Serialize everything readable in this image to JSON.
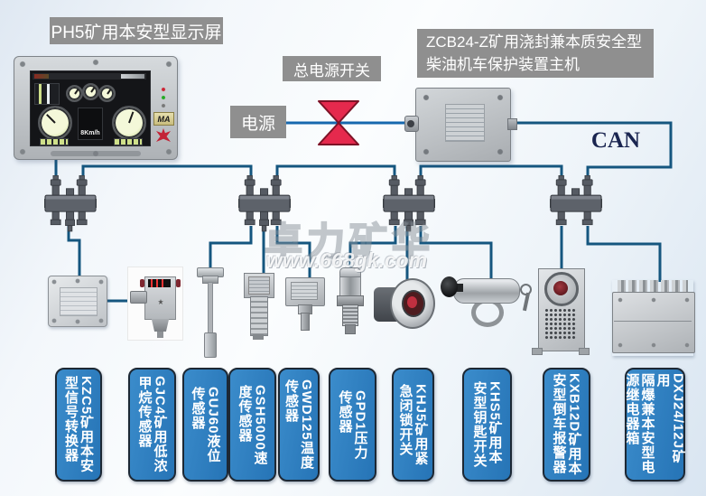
{
  "diagram": {
    "display_label": "PH5矿用本安型显示屏",
    "main_switch_label": "总电源开关",
    "power_label": "电源",
    "host_label_line1": "ZCB24-Z矿用浇封兼本质安全型",
    "host_label_line2": "柴油机车保护装置主机",
    "can_label": "CAN"
  },
  "display_device": {
    "speed_text": "8Km/h",
    "ma_badge": "MA"
  },
  "watermark": {
    "brand": "卓力矿华",
    "url": "www.668gk.com"
  },
  "colors": {
    "wire_blue": "#15567f",
    "power_line_blue": "#1668ae",
    "label_blue": "#2e80c4",
    "caption_gray": "#8f8f8f",
    "valve_red": "#e5294d"
  },
  "sensors": [
    {
      "id": "kzc5-signal-converter",
      "label": "KZC5矿用本安\n型信号转换器"
    },
    {
      "id": "gjc4-methane-sensor",
      "label": "GJC4矿用低浓\n甲烷传感器"
    },
    {
      "id": "guj60-level-sensor",
      "label": "GUJ60液位\n传感器"
    },
    {
      "id": "gsh5000-speed-sensor",
      "label": "GSH5000速\n度传感器"
    },
    {
      "id": "gwd125-temperature-sensor",
      "label": "GWD125温度\n传感器"
    },
    {
      "id": "gpd1-pressure-sensor",
      "label": "GPD1压力\n传感器"
    },
    {
      "id": "khj5-emergency-lock-switch",
      "label": "KHJ5矿用紧\n急闭锁开关"
    },
    {
      "id": "khs5-key-switch",
      "label": "KHS5矿用本\n安型钥匙开关"
    },
    {
      "id": "kxb12d-backup-alarm",
      "label": "KXB12D矿用本\n安型倒车报警器"
    },
    {
      "id": "dxj24-relay-box",
      "label": "DXJ24/12J矿用\n隔爆兼本安型电\n源继电器箱"
    }
  ]
}
